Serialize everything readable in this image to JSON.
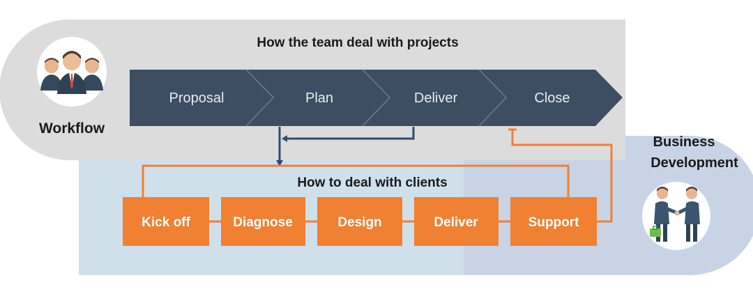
{
  "projects": {
    "title": "How the team deal with projects",
    "steps": [
      "Proposal",
      "Plan",
      "Deliver",
      "Close"
    ]
  },
  "workflow": {
    "label": "Workflow",
    "icon": "team-icon"
  },
  "clients": {
    "title": "How to deal with clients",
    "steps": [
      "Kick off",
      "Diagnose",
      "Design",
      "Deliver",
      "Support"
    ]
  },
  "business": {
    "label_line1": "Business",
    "label_line2": "Development",
    "icon": "handshake-icon"
  },
  "colors": {
    "navy": "#3d4e63",
    "orange": "#f08032",
    "gray_band": "#dcdcdc",
    "blue_band": "#cfe0ea",
    "lavender_band": "#c8d4e6"
  }
}
